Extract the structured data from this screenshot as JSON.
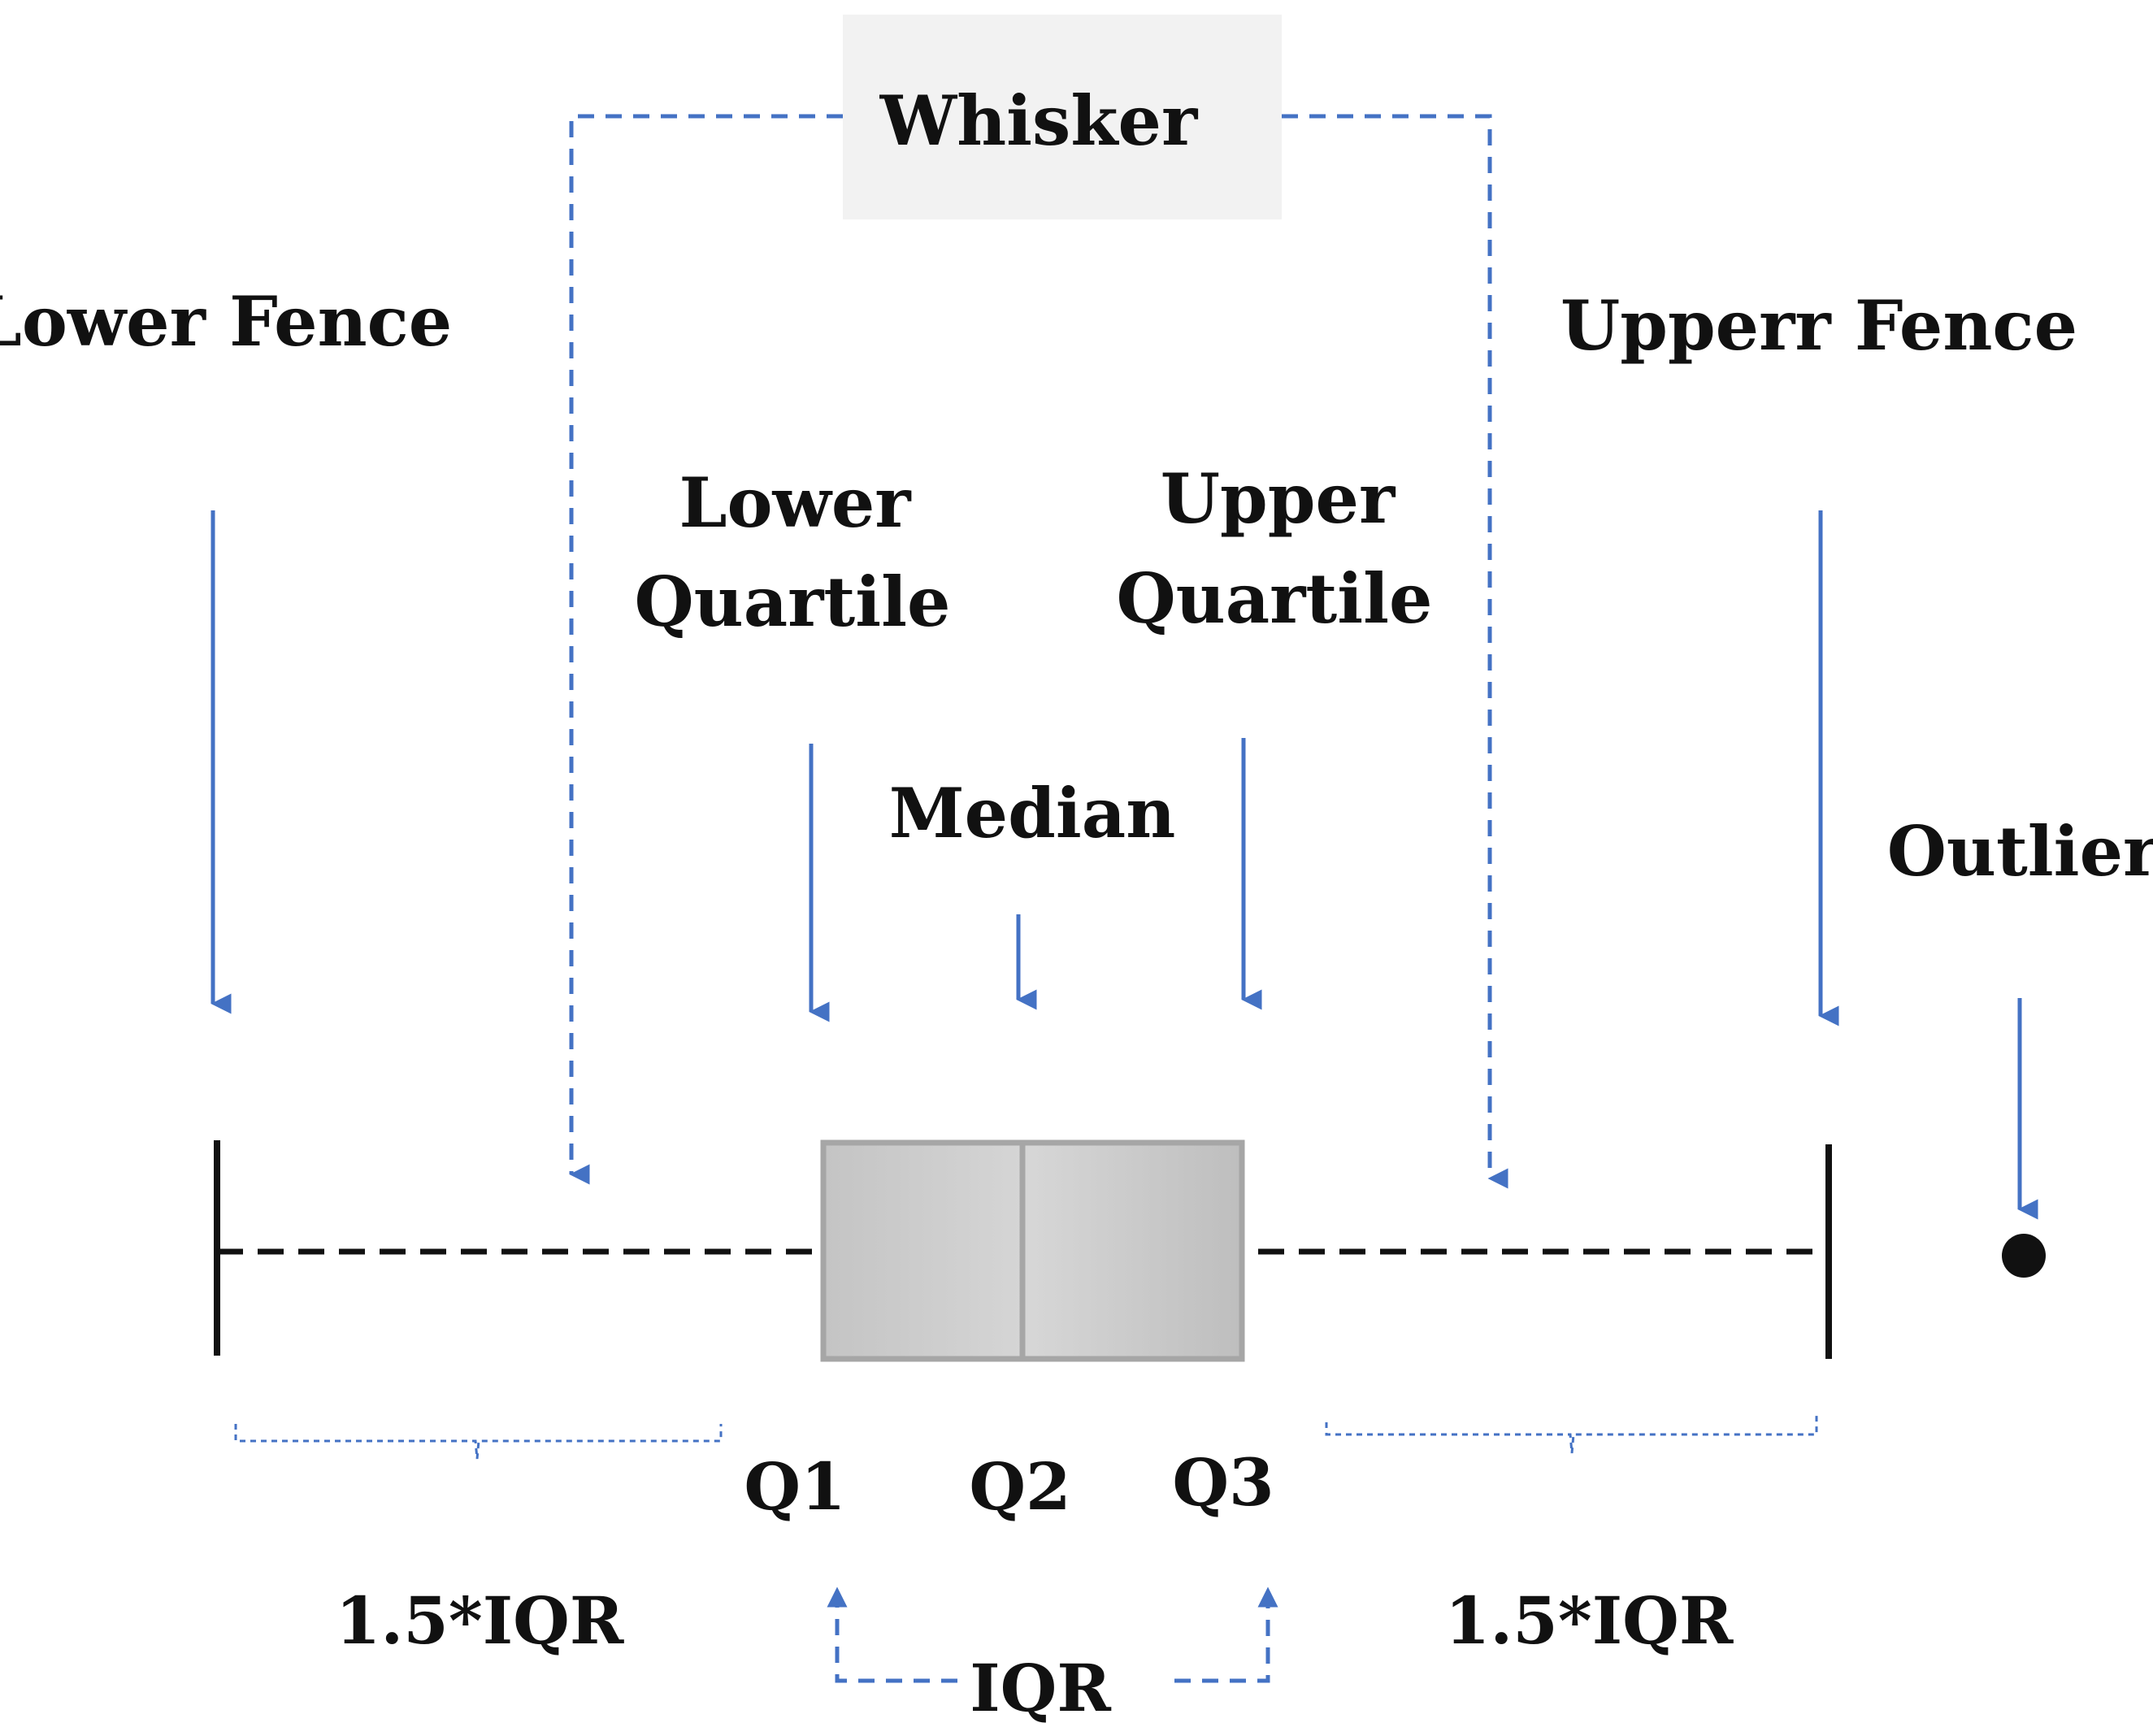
{
  "whisker_label": "Whisker",
  "lower_fence": "Lower Fence",
  "upper_fence": "Upperr Fence",
  "lower_quartile": {
    "line1": "Lower",
    "line2": "Quartile"
  },
  "upper_quartile": {
    "line1": "Upper",
    "line2": "Quartile"
  },
  "median": "Median",
  "outlier": "Outlier",
  "q1": "Q1",
  "q2": "Q2",
  "q3": "Q3",
  "left_span": "1.5*IQR",
  "right_span": "1.5*IQR",
  "iqr": "IQR",
  "colors": {
    "arrow_blue": "#4472C4",
    "box_fill": "#C8C8C8",
    "box_stroke": "#A6A6A6",
    "whisker_box": "#F2F2F2",
    "line_black": "#111111"
  }
}
